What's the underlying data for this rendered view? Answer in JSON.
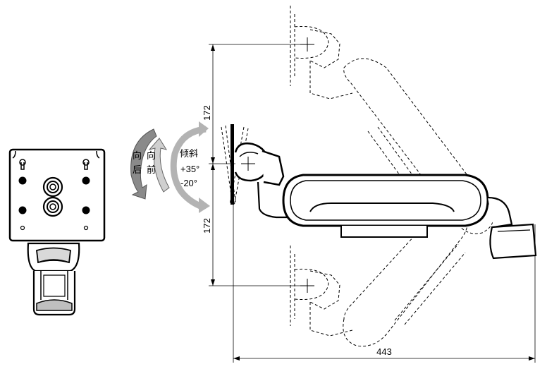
{
  "diagram": {
    "labels": {
      "backward": "向后",
      "forward": "向前",
      "tilt": "倾斜",
      "tilt_up": "+35°",
      "tilt_down": "-20°"
    },
    "dimensions": {
      "height_up": "172",
      "height_down": "172",
      "reach": "443"
    }
  }
}
